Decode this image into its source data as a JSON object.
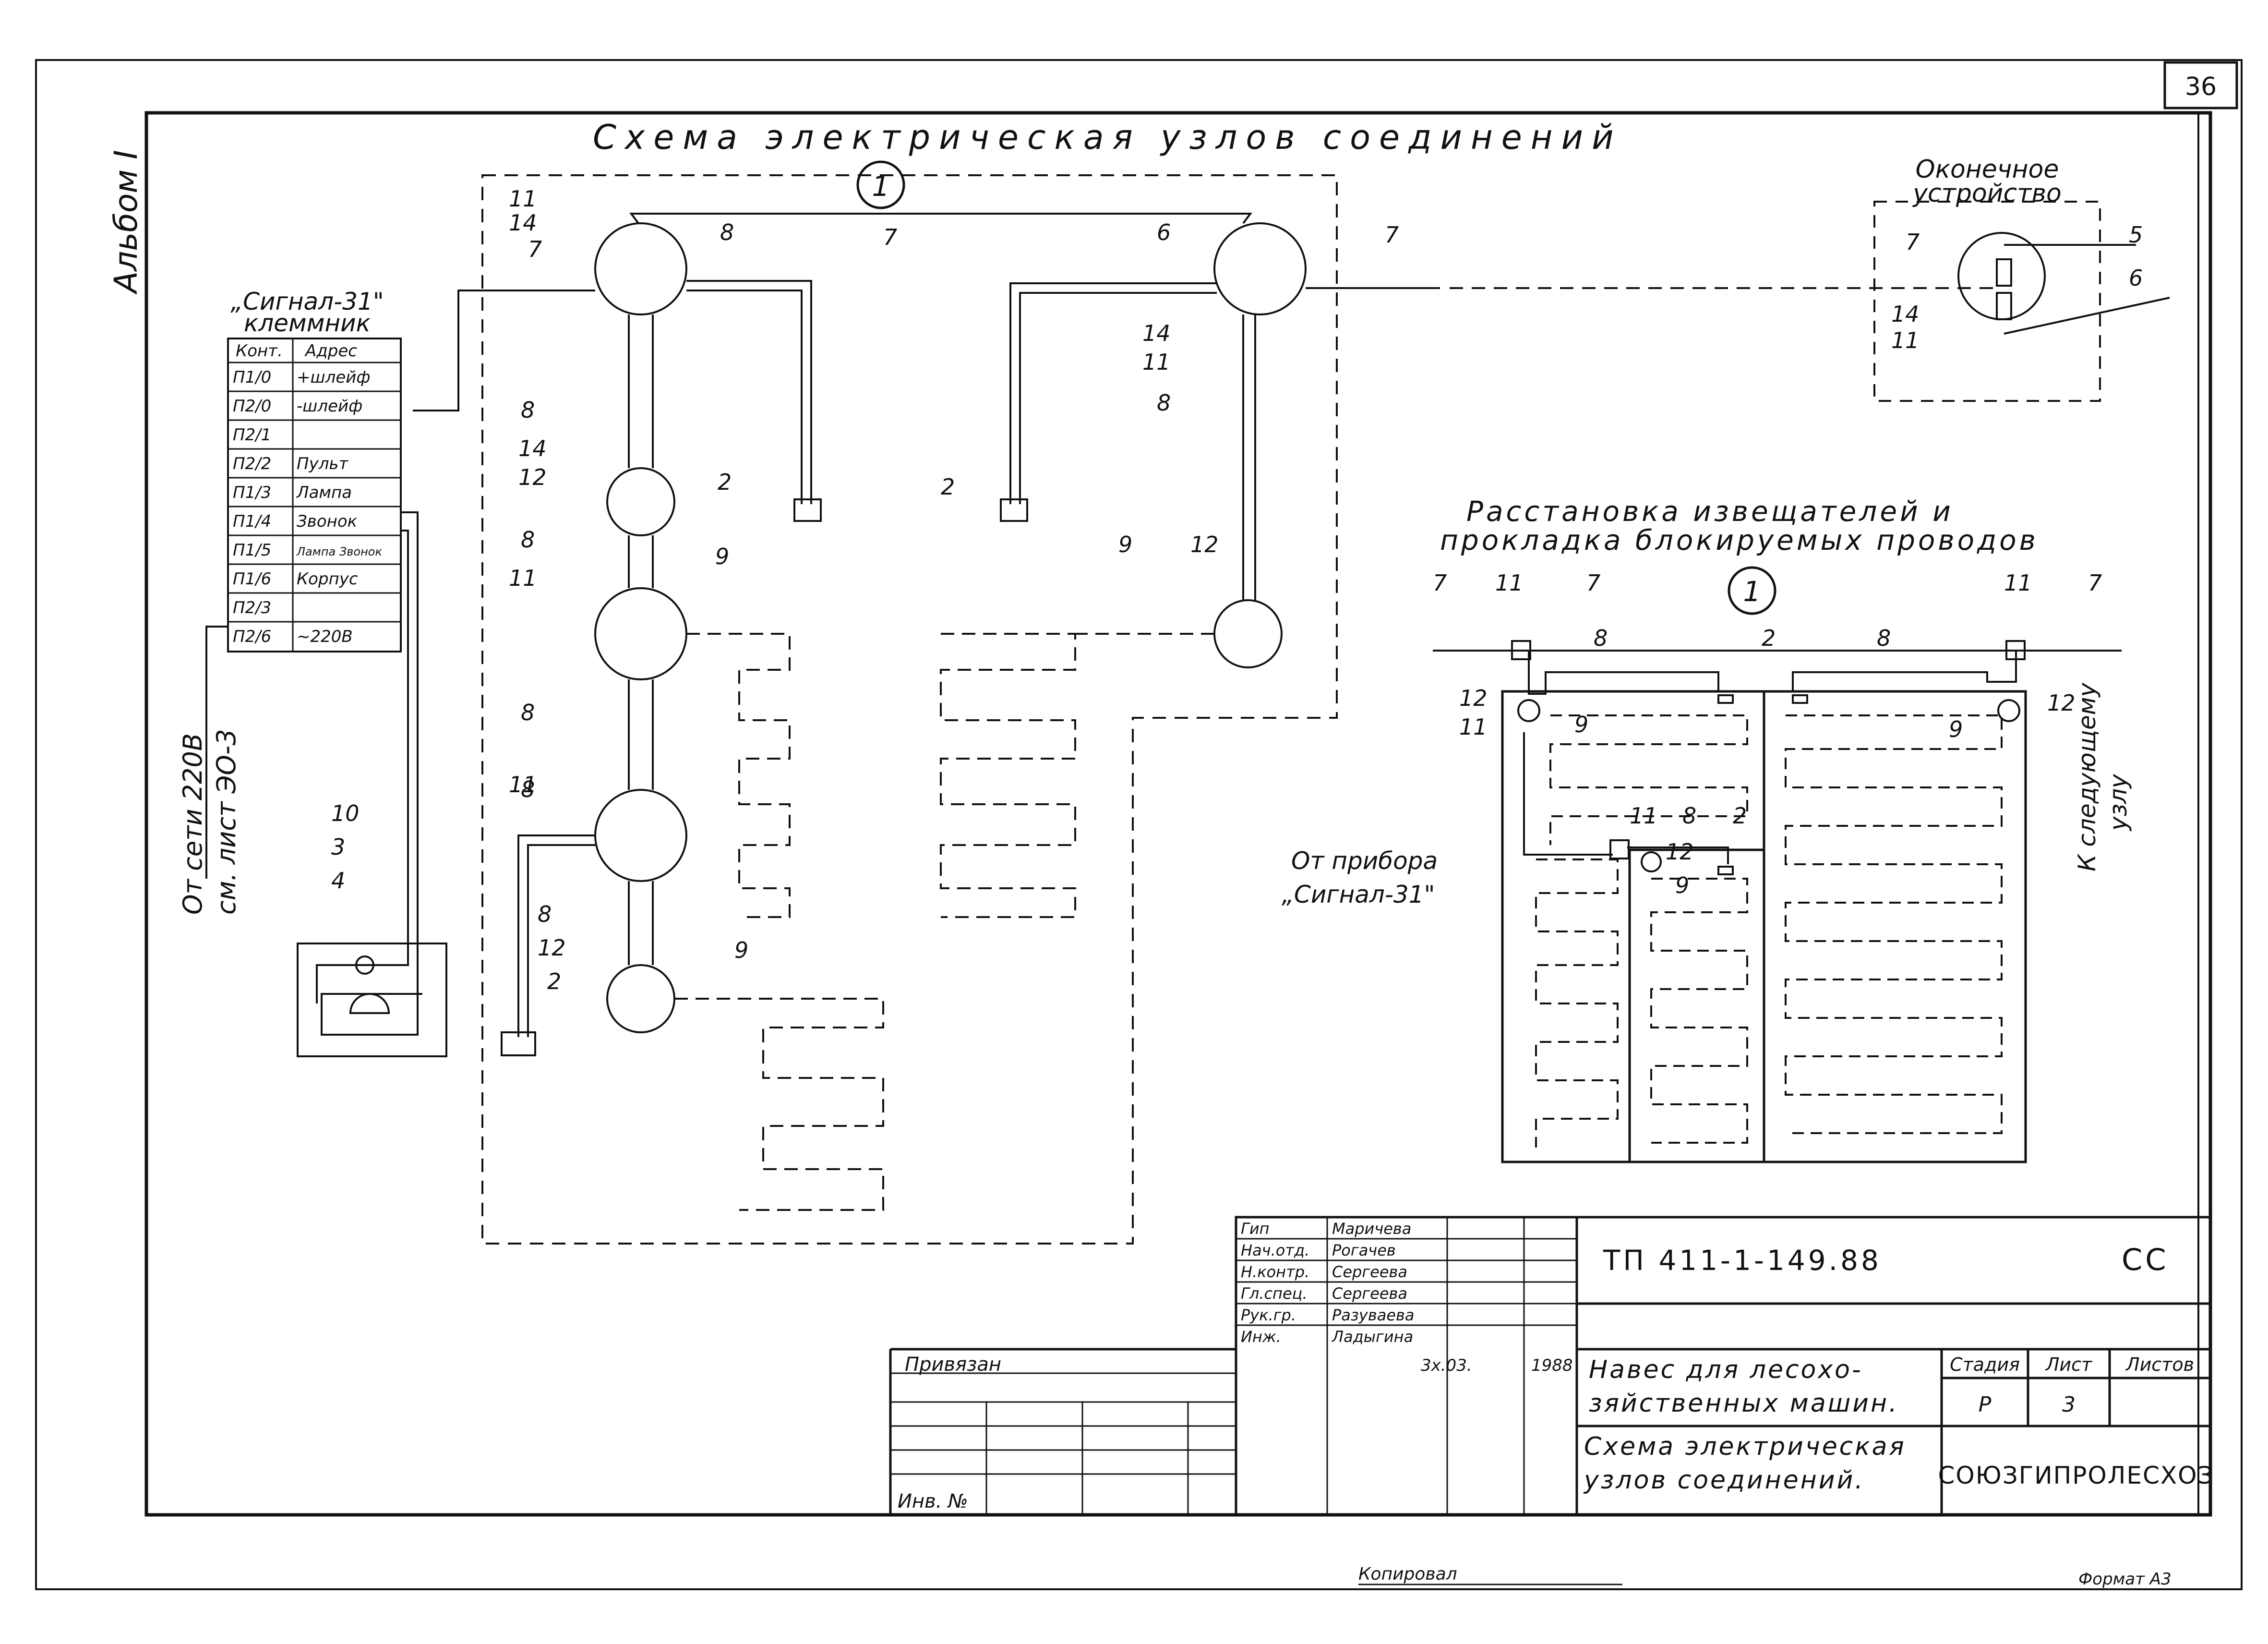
{
  "sheet": {
    "page_number": "36",
    "album": "Альбом I",
    "footer_left": "Копировал",
    "footer_right": "Формат А3"
  },
  "titles": {
    "main_scheme": "Схема электрическая узлов соединений",
    "circle_mark": "1",
    "terminal_device": [
      "Оконечное",
      "устройство"
    ],
    "layout_title": [
      "Расстановка извещателей и",
      "прокладка блокируемых проводов"
    ],
    "from_device": [
      "От прибора",
      "„Сигнал-31\""
    ],
    "to_next_node": [
      "К следующему",
      "узлу"
    ],
    "from_network": [
      "От сети 220В",
      "см. лист ЭО-3"
    ]
  },
  "terminal_block": {
    "title": [
      "„Сигнал-31\"",
      "клеммник"
    ],
    "headers": [
      "Конт.",
      "Адрес"
    ],
    "rows": [
      {
        "contact": "П1/0",
        "address": "+шлейф"
      },
      {
        "contact": "П2/0",
        "address": "-шлейф"
      },
      {
        "contact": "П2/1",
        "address": ""
      },
      {
        "contact": "П2/2",
        "address": "Пульт"
      },
      {
        "contact": "П1/3",
        "address": "Лампа"
      },
      {
        "contact": "П1/4",
        "address": "Звонок"
      },
      {
        "contact": "П1/5",
        "address": "Лампа Звонок"
      },
      {
        "contact": "П1/6",
        "address": "Корпус"
      },
      {
        "contact": "П2/3",
        "address": ""
      },
      {
        "contact": "П2/6",
        "address": "~220В"
      }
    ]
  },
  "callouts": [
    "1",
    "2",
    "3",
    "4",
    "5",
    "6",
    "7",
    "8",
    "9",
    "10",
    "11",
    "12",
    "14"
  ],
  "title_block": {
    "code": "ТП 411-1-149.88",
    "mark": "СС",
    "privyazan": "Привязан",
    "inv": "Инв. №",
    "signatures": [
      {
        "role": "Гип",
        "name": "Маричева"
      },
      {
        "role": "Нач.отд.",
        "name": "Рогачев"
      },
      {
        "role": "Н.контр.",
        "name": "Сергеева"
      },
      {
        "role": "Гл.спец.",
        "name": "Сергеева"
      },
      {
        "role": "Рук.гр.",
        "name": "Разуваева"
      },
      {
        "role": "Инж.",
        "name": "Ладыгина"
      }
    ],
    "date_fragment": "3х.03.",
    "year": "1988",
    "object_name": [
      "Навес для лесохо-",
      "зяйственных машин."
    ],
    "sheet_name": [
      "Схема электрическая",
      "узлов соединений."
    ],
    "stage_header": "Стадия",
    "sheet_header": "Лист",
    "sheets_header": "Листов",
    "stage": "Р",
    "sheet_no": "3",
    "organization": "СОЮЗГИПРОЛЕСХОЗ"
  }
}
